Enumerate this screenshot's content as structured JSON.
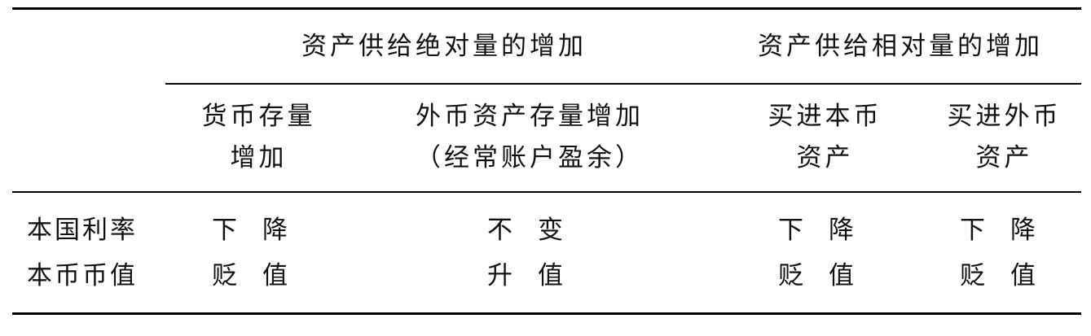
{
  "table": {
    "group_headers": [
      "资产供给绝对量的增加",
      "资产供给相对量的增加"
    ],
    "sub_headers": [
      {
        "line1": "货币存量",
        "line2": "增加"
      },
      {
        "line1": "外币资产存量增加",
        "line2": "（经常账户盈余）"
      },
      {
        "line1": "买进本币",
        "line2": "资产"
      },
      {
        "line1": "买进外币",
        "line2": "资产"
      }
    ],
    "rows": [
      {
        "label": "本国利率",
        "values": [
          "下　降",
          "不　变",
          "下　降",
          "下　降"
        ]
      },
      {
        "label": "本币币值",
        "values": [
          "贬　值",
          "升　值",
          "贬　值",
          "贬　值"
        ]
      }
    ]
  }
}
